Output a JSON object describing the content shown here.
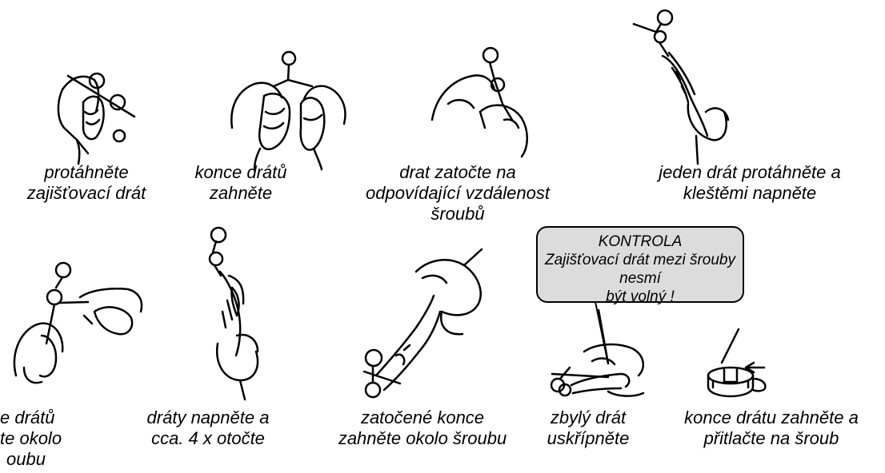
{
  "steps": [
    {
      "lines": [
        "protáhněte",
        "zajišťovací drát"
      ]
    },
    {
      "lines": [
        "konce drátů",
        "zahněte"
      ]
    },
    {
      "lines": [
        "drat zatočte na",
        "odpovídající vzdálenost",
        "šroubů"
      ]
    },
    {
      "lines": [
        "jeden drát protáhněte a",
        "kleštěmi napněte"
      ]
    },
    {
      "lines": [
        "e drátů",
        "te okolo",
        "oubu"
      ]
    },
    {
      "lines": [
        "dráty napněte a",
        "cca. 4 x otočte"
      ]
    },
    {
      "lines": [
        "zatočené konce",
        "zahněte okolo šroubu"
      ]
    },
    {
      "lines": [
        "zbylý drát",
        "uskřípněte"
      ]
    },
    {
      "lines": [
        "konce drátu zahněte a",
        "přitlačte na šroub"
      ]
    }
  ],
  "callout": {
    "title": "KONTROLA",
    "lines": [
      "Zajišťovací drát mezi šrouby nesmí",
      "být volný !"
    ]
  },
  "icons": [
    "hands-threading-wire-icon",
    "hands-bending-wire-icon",
    "hands-twisting-wire-icon",
    "pliers-tensioning-icon",
    "hands-bending-around-screw-icon",
    "pliers-twisting-icon",
    "pliers-bending-ends-icon",
    "pliers-cutting-icon",
    "screw-head-wire-icon"
  ]
}
